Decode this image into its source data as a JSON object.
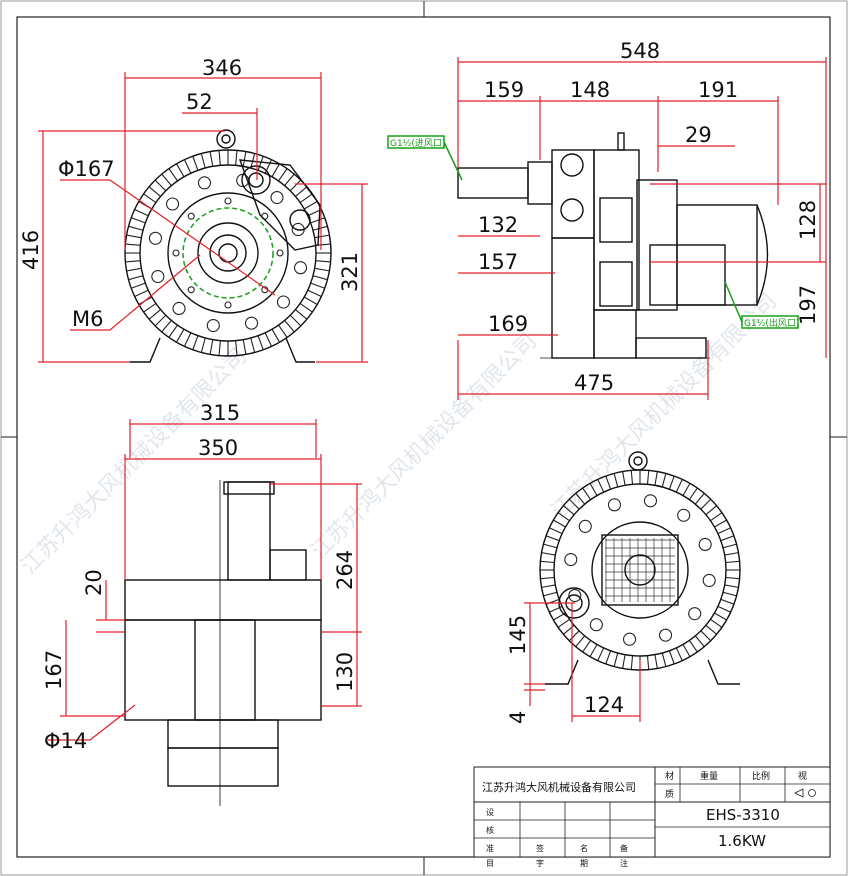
{
  "views": {
    "front": {
      "dims": {
        "width_overall": "346",
        "offset_top": "52",
        "bolt_circle": "Φ167",
        "height_overall": "416",
        "height_center": "321",
        "thread": "M6"
      }
    },
    "side": {
      "dims": {
        "length_overall": "548",
        "seg_159": "159",
        "seg_148": "148",
        "seg_191": "191",
        "seg_29": "29",
        "h_132": "132",
        "h_157": "157",
        "h_169": "169",
        "length_base": "475",
        "v_128": "128",
        "v_197": "197"
      },
      "ports": {
        "inlet": "G1½(进风口)",
        "outlet": "G1½(出风口)"
      }
    },
    "top": {
      "dims": {
        "w_350": "350",
        "w_315": "315",
        "h_264": "264",
        "h_20": "20",
        "h_130": "130",
        "h_167": "167",
        "hole": "Φ14"
      }
    },
    "rear": {
      "dims": {
        "h_145": "145",
        "w_124": "124",
        "h_4": "4"
      }
    }
  },
  "title_block": {
    "company": "江苏升鸿大风机械设备有限公司",
    "material_label": "材",
    "quality_label": "质",
    "weight_label": "重量",
    "scale_label": "比例",
    "view_label": "视",
    "model": "EHS-3310",
    "power": "1.6KW",
    "design_label": "设",
    "check_label": "核",
    "row3_label": "准",
    "sign_label": "签",
    "name_label": "名",
    "date_label": "期",
    "remark_label": "备",
    "col_a": "目",
    "col_b": "字",
    "col_c": "期",
    "col_d": "注"
  },
  "watermark": "江苏升鸿大风机械设备有限公司"
}
